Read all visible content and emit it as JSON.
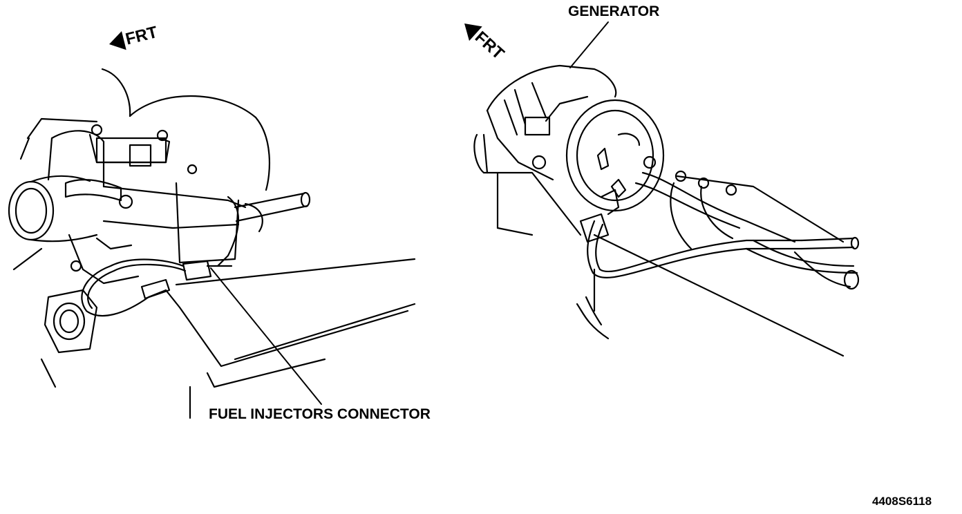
{
  "labels": {
    "generator": "GENERATOR",
    "fuel_injectors_connector": "FUEL INJECTORS CONNECTOR",
    "figure_code": "4408S6118"
  },
  "orientation": {
    "left_frt": "FRT",
    "right_frt": "FRT"
  },
  "colors": {
    "ink": "#000000",
    "paper": "#ffffff"
  }
}
